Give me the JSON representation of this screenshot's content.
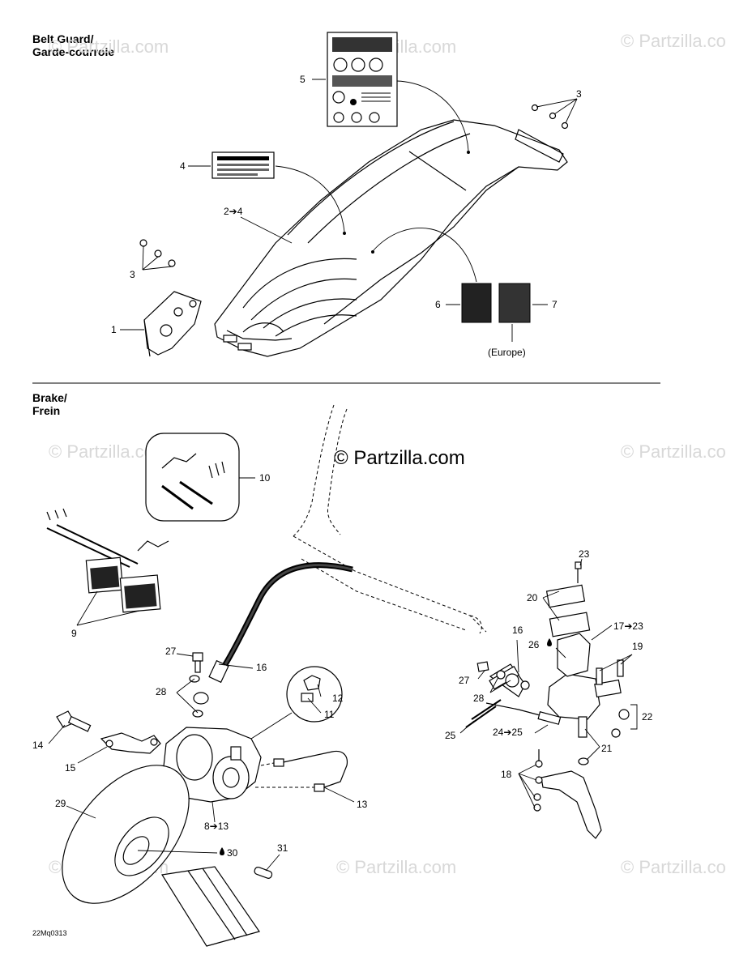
{
  "sections": {
    "belt_guard": {
      "title_line1": "Belt Guard/",
      "title_line2": "Garde-courroie"
    },
    "brake": {
      "title_line1": "Brake/",
      "title_line2": "Frein"
    }
  },
  "watermarks": {
    "faint_text": "© Partzilla.com",
    "faint_text_cut": "© Partzilla.co",
    "faint_text_cut2": "© Partzilla.co",
    "main_text": "© Partzilla.com"
  },
  "note_europe": "(Europe)",
  "drawing_code": "22Mq0313",
  "callouts": {
    "c1": "1",
    "c2_4": "2➔4",
    "c3a": "3",
    "c3b": "3",
    "c4": "4",
    "c5": "5",
    "c6": "6",
    "c7": "7",
    "c8_13": "8➔13",
    "c9": "9",
    "c10": "10",
    "c11": "11",
    "c12": "12",
    "c13": "13",
    "c14": "14",
    "c15": "15",
    "c16a": "16",
    "c16b": "16",
    "c17_23": "17➔23",
    "c18": "18",
    "c19": "19",
    "c20": "20",
    "c21": "21",
    "c22": "22",
    "c23": "23",
    "c24_25": "24➔25",
    "c25": "25",
    "c26": "26",
    "c27a": "27",
    "c27b": "27",
    "c28a": "28",
    "c28b": "28",
    "c29": "29",
    "c30": "30",
    "c31": "31"
  },
  "colors": {
    "line": "#000000",
    "watermark": "#d8d8d8",
    "background": "#ffffff"
  }
}
